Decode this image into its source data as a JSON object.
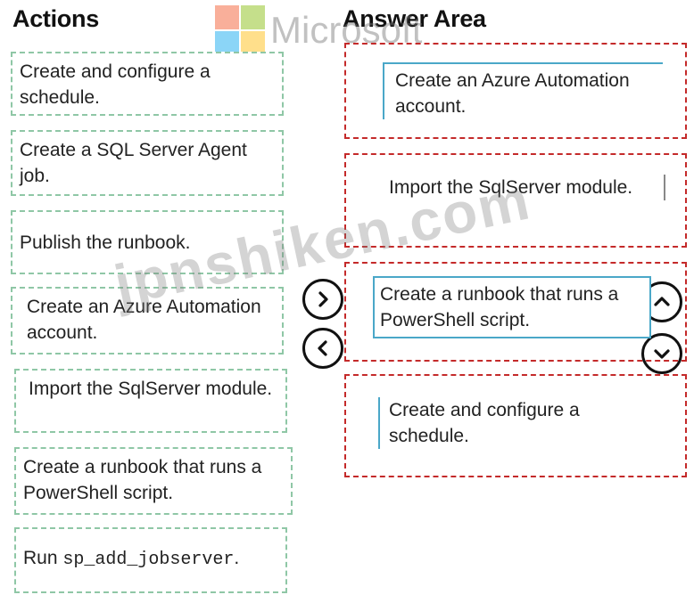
{
  "headers": {
    "actions": "Actions",
    "answer_area": "Answer Area"
  },
  "logo": {
    "word": "Microsoft",
    "colors": [
      "#f25022",
      "#7fba00",
      "#00a4ef",
      "#ffb900"
    ]
  },
  "watermark": "jpnshiken.com",
  "actions": [
    {
      "text": "Create and configure a schedule."
    },
    {
      "text": "Create a SQL Server Agent job."
    },
    {
      "text": "Publish the runbook."
    },
    {
      "text": "Create an Azure Automation account."
    },
    {
      "text": "Import the SqlServer module."
    },
    {
      "text": "Create a runbook that runs a PowerShell script."
    },
    {
      "run_prefix": "Run",
      "command": "sp_add_jobserver",
      "suffix": "."
    }
  ],
  "answer_area": [
    {
      "text": "Create an Azure Automation account."
    },
    {
      "text": "Import the SqlServer module."
    },
    {
      "text": "Create a runbook that runs a PowerShell script."
    },
    {
      "text": "Create and configure a schedule."
    }
  ],
  "controls": {
    "move_right": "move-right-icon",
    "move_left": "move-left-icon",
    "move_up": "move-up-icon",
    "move_down": "move-down-icon"
  }
}
